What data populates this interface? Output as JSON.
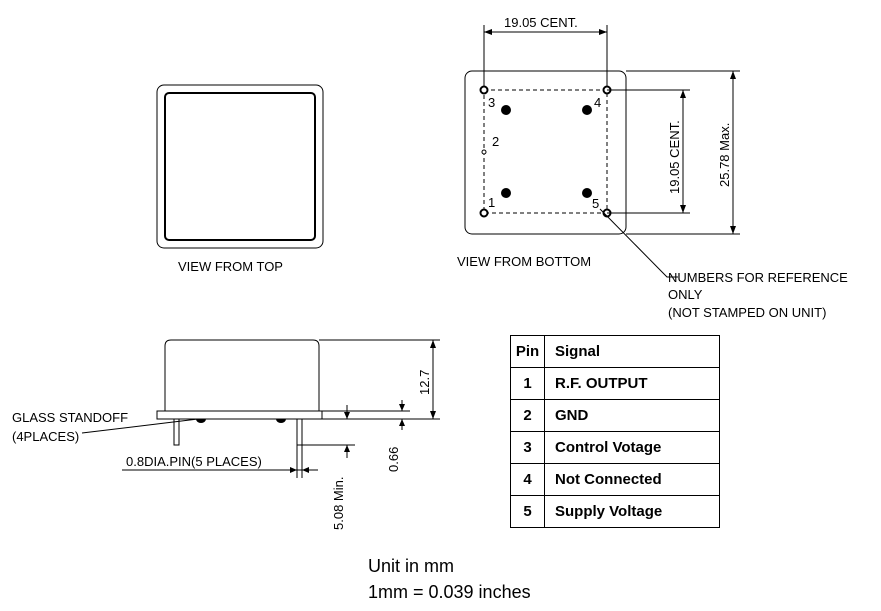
{
  "views": {
    "top_caption": "VIEW FROM TOP",
    "bottom_caption": "VIEW FROM BOTTOM"
  },
  "bottom_view": {
    "dim_horizontal": "19.05 CENT.",
    "dim_vertical_center": "19.05 CENT.",
    "dim_vertical_max": "25.78 Max.",
    "pin_numbers": [
      "1",
      "2",
      "3",
      "4",
      "5"
    ],
    "note_lines": [
      "NUMBERS FOR REFERENCE",
      "ONLY",
      "(NOT STAMPED ON UNIT)"
    ]
  },
  "side_view": {
    "height_dim": "12.7",
    "standoff_dim": "0.66",
    "pin_length_dim": "5.08 Min.",
    "pin_label": "0.8DIA.PIN(5 PLACES)",
    "glass_label_lines": [
      "GLASS STANDOFF",
      "(4PLACES)"
    ]
  },
  "pin_table": {
    "headers": [
      "Pin",
      "Signal"
    ],
    "rows": [
      {
        "pin": "1",
        "signal": "R.F. OUTPUT"
      },
      {
        "pin": "2",
        "signal": "GND"
      },
      {
        "pin": "3",
        "signal": "Control Votage"
      },
      {
        "pin": "4",
        "signal": "Not Connected"
      },
      {
        "pin": "5",
        "signal": "Supply Voltage"
      }
    ]
  },
  "units": {
    "line1": "Unit in mm",
    "line2": "1mm = 0.039 inches"
  }
}
